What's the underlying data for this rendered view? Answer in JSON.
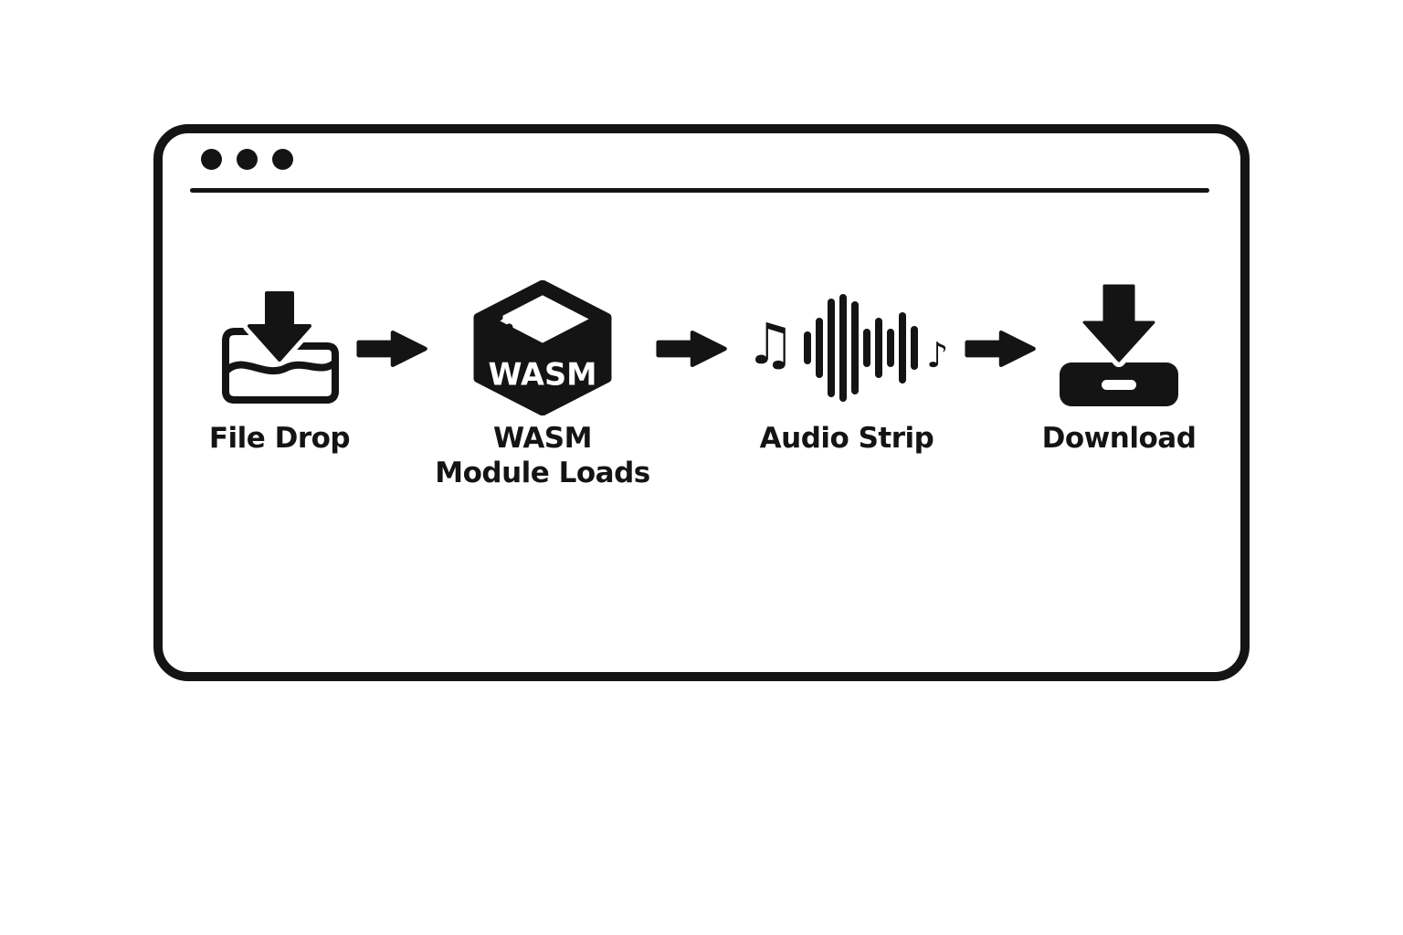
{
  "flow": {
    "steps": [
      {
        "id": "file-drop",
        "label": "File Drop",
        "icon": "folder-file-drop-icon"
      },
      {
        "id": "wasm-module",
        "label": "WASM Module Loads",
        "icon": "wasm-cube-icon",
        "cube_text": "WASM"
      },
      {
        "id": "audio-strip",
        "label": "Audio Strip",
        "icon": "audio-waveform-icon",
        "note_left": "♫",
        "note_right": "♪",
        "waveform_bar_heights": [
          36,
          66,
          108,
          118,
          102,
          42,
          66,
          42,
          78,
          48
        ]
      },
      {
        "id": "download",
        "label": "Download",
        "icon": "download-tray-icon"
      }
    ],
    "connector_icon": "arrow-right-icon"
  },
  "colors": {
    "ink": "#141414",
    "background": "#ffffff"
  }
}
